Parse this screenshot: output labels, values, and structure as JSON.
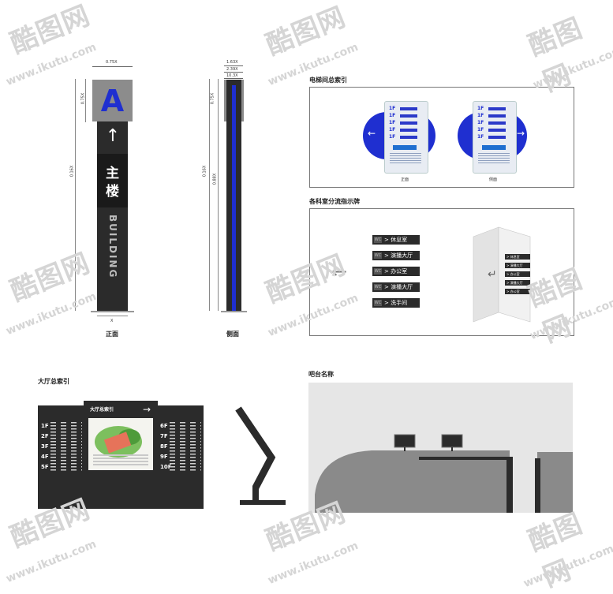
{
  "front_view": {
    "letter": "A",
    "arrow": "↑",
    "name_top": "主",
    "name_bottom": "楼",
    "vertical_text": "BUILDING",
    "caption": "正面",
    "dims": {
      "width_top": "0.75X",
      "height_top": "0.75X",
      "height_total": "0.16X",
      "bottom": "X"
    }
  },
  "side_view": {
    "caption": "侧面",
    "dims": {
      "top1": "1.63X",
      "top2": "2.39X",
      "top3": "10.3X",
      "left_top": "0.75X",
      "left_mid": "0.16X",
      "inner_mid": "0.88X"
    }
  },
  "elevator": {
    "title": "电梯间总索引",
    "floors": [
      "1F",
      "1F",
      "1F",
      "1F",
      "1F"
    ],
    "left_caption": "正面",
    "right_caption": "侧面",
    "left_arrow": "←",
    "right_arrow": "→"
  },
  "department": {
    "title": "各科室分流指示牌",
    "left_arrow": "←",
    "signs": [
      {
        "icon": "WC",
        "label": "> 休息室"
      },
      {
        "icon": "WC",
        "label": "> 演播大厅"
      },
      {
        "icon": "WC",
        "label": "> 办公室"
      },
      {
        "icon": "WC",
        "label": "> 演播大厅"
      },
      {
        "icon": "WC",
        "label": "> 洗手间"
      }
    ],
    "panel_arrow": "↵",
    "panel_rows": [
      "> 休息室",
      "> 演播大厅",
      "> 办公室",
      "> 演播大厅",
      "> 办公室"
    ]
  },
  "hall": {
    "title": "大厅总索引",
    "inner_title": "大厅总索引",
    "arrow": "→",
    "left_floors": [
      "1F",
      "2F",
      "3F",
      "4F",
      "5F"
    ],
    "right_floors": [
      "6F",
      "7F",
      "8F",
      "9F",
      "10F"
    ]
  },
  "bar": {
    "title": "吧台名称"
  },
  "watermark": {
    "logo": "酷图网",
    "url": "www.ikutu.com"
  },
  "colors": {
    "blue": "#1f2fd0",
    "dark": "#2b2b2b",
    "gray": "#8a8a8a",
    "light": "#e6e6e6"
  }
}
